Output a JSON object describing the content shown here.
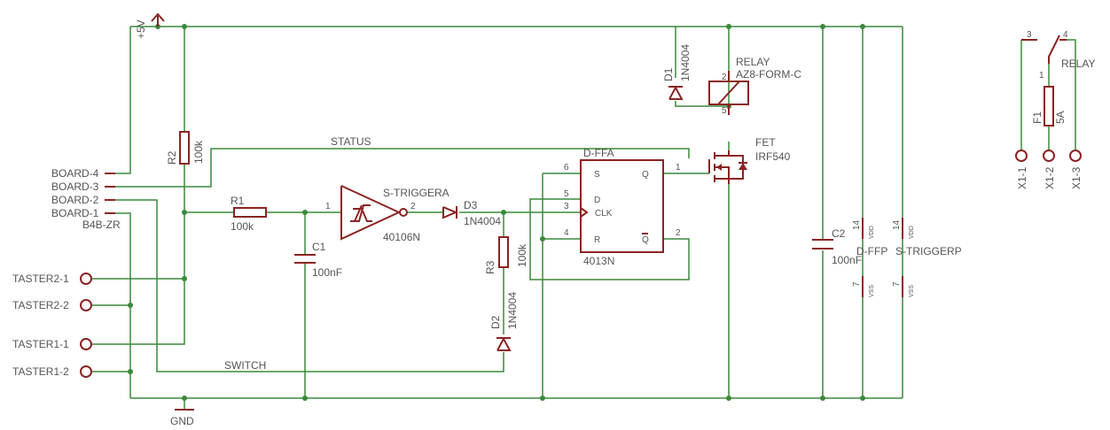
{
  "power": {
    "vcc": "+5V",
    "gnd": "GND"
  },
  "connector": {
    "pins": [
      "BOARD-4",
      "BOARD-3",
      "BOARD-2",
      "BOARD-1"
    ],
    "name": "B4B-ZR"
  },
  "testpoints": [
    "TASTER2-1",
    "TASTER2-2",
    "TASTER1-1",
    "TASTER1-2"
  ],
  "nets": {
    "status": "STATUS",
    "switch": "SWITCH"
  },
  "parts": {
    "r1": {
      "name": "R1",
      "value": "100k"
    },
    "r2": {
      "name": "R2",
      "value": "100k"
    },
    "r3": {
      "name": "R3",
      "value": "100k"
    },
    "c1": {
      "name": "C1",
      "value": "100nF"
    },
    "c2": {
      "name": "C2",
      "value": "100nF"
    },
    "d1": {
      "name": "D1",
      "value": "1N4004"
    },
    "d2": {
      "name": "D2",
      "value": "1N4004"
    },
    "d3": {
      "name": "D3",
      "value": "1N4004"
    },
    "trig": {
      "name": "S-TRIGGERA",
      "value": "40106N",
      "pin_in": "1",
      "pin_out": "2"
    },
    "ff": {
      "name": "D-FFA",
      "value": "4013N",
      "s": "S",
      "d": "D",
      "clk": "CLK",
      "r": "R",
      "q": "Q",
      "qn": "Q",
      "p6": "6",
      "p5": "5",
      "p3": "3",
      "p4": "4",
      "p1": "1",
      "p2": "2"
    },
    "fet": {
      "name": "FET",
      "value": "IRF540"
    },
    "relay": {
      "name": "RELAY",
      "value": "AZ8-FORM-C",
      "p2": "2",
      "p5": "5"
    },
    "pwr1": {
      "name": "D-FFP",
      "vdd": "VDD",
      "vss": "VSS",
      "p14": "14",
      "p7": "7"
    },
    "pwr2": {
      "name": "S-TRIGGERP",
      "vdd": "VDD",
      "vss": "VSS",
      "p14": "14",
      "p7": "7"
    },
    "contact": {
      "name": "RELAY",
      "p1": "1",
      "p3": "3",
      "p4": "4"
    },
    "fuse": {
      "name": "F1",
      "value": "5A"
    },
    "x1": [
      "X1-1",
      "X1-2",
      "X1-3"
    ]
  },
  "colors": {
    "wire": "#3a8a3a",
    "component": "#8b2323",
    "text": "#555555"
  }
}
